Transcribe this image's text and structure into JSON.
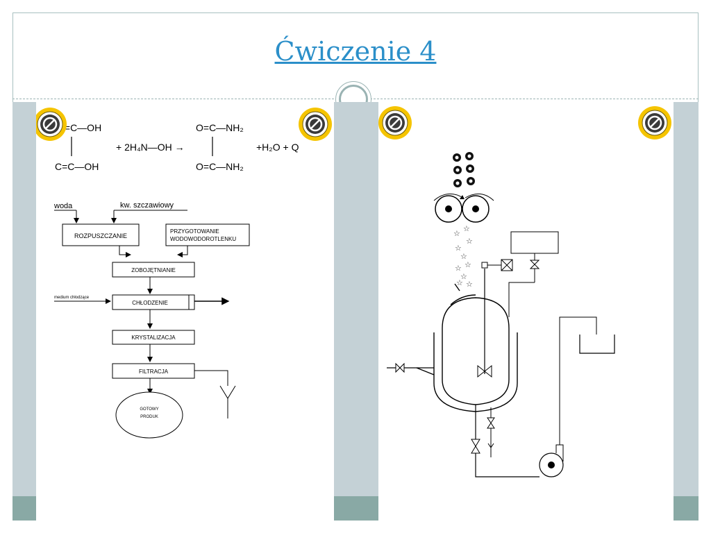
{
  "slide": {
    "title": "Ćwiczenie 4",
    "accent_color": "#2b8fc9",
    "band_color": "#c4d1d6",
    "band_dark_color": "#89a9a5"
  },
  "reaction": {
    "reactant_top": "O=C—OH",
    "reactant_bottom": "C=C—OH",
    "reagent": "+ 2H₄N—OH →",
    "product_top": "O=C—NH₂",
    "product_bottom": "O=C—NH₂",
    "byproducts": "+H₂O + Q"
  },
  "flow": {
    "input_water": "woda",
    "input_acid": "kw. szczawiowy",
    "step_dissolve": "ROZPUSZCZANIE",
    "step_prep_line1": "PRZYGOTOWANIE",
    "step_prep_line2": "WODOWODOROTLENKU",
    "step_neutralize": "ZOBOJĘTNIANIE",
    "input_cooling": "medium chłodzące",
    "step_cooling": "CHŁODZENIE",
    "step_crystallize": "KRYSTALIZACJA",
    "step_filter": "FILTRACJA",
    "product_line1": "GOTOWY",
    "product_line2": "PRODUK"
  }
}
